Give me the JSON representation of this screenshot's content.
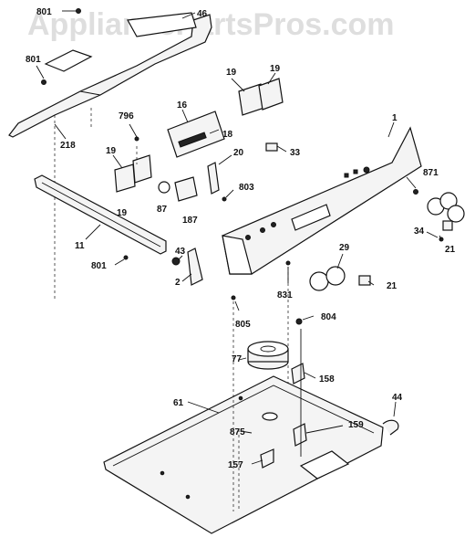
{
  "watermark": "AppliancePartsPros.com",
  "callouts": {
    "p801a": "801",
    "p46": "46",
    "p801b": "801",
    "p218": "218",
    "p19a": "19",
    "p19b": "19",
    "p16": "16",
    "p796": "796",
    "p18": "18",
    "p1": "1",
    "p33": "33",
    "p20": "20",
    "p19c": "19",
    "p19d": "19",
    "p87": "87",
    "p187": "187",
    "p803": "803",
    "p871": "871",
    "p11": "11",
    "p43": "43",
    "p801c": "801",
    "p2": "2",
    "p34": "34",
    "p21a": "21",
    "p29": "29",
    "p21b": "21",
    "p831": "831",
    "p805": "805",
    "p804": "804",
    "p77": "77",
    "p158": "158",
    "p61": "61",
    "p44": "44",
    "p159": "159",
    "p875": "875",
    "p157": "157"
  }
}
